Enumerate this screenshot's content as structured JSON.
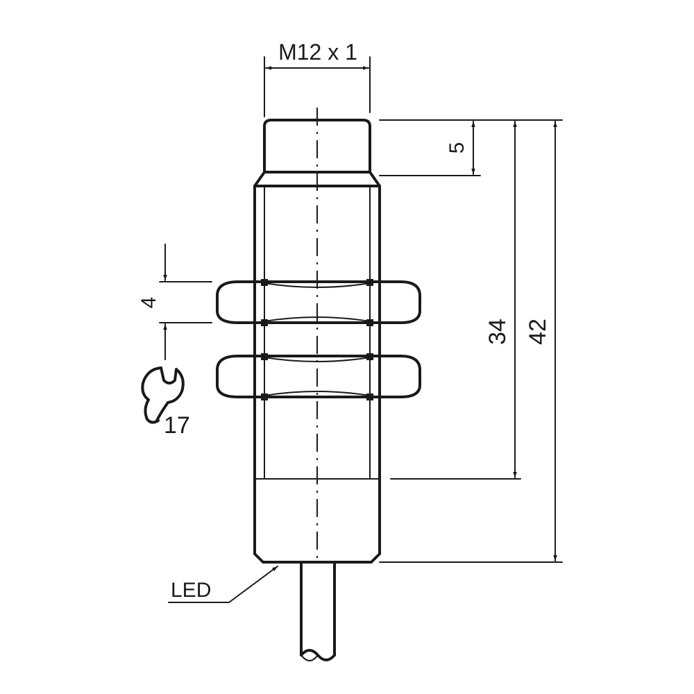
{
  "thread_label": "M12 x 1",
  "dim_cap_height": "5",
  "dim_nut_thickness": "4",
  "wrench_size": "17",
  "dim_thread_length": "34",
  "dim_total_length": "42",
  "led_label": "LED",
  "colors": {
    "stroke": "#1a1a1a",
    "background": "#ffffff"
  },
  "icons": {
    "wrench": "open-end-wrench-icon"
  }
}
